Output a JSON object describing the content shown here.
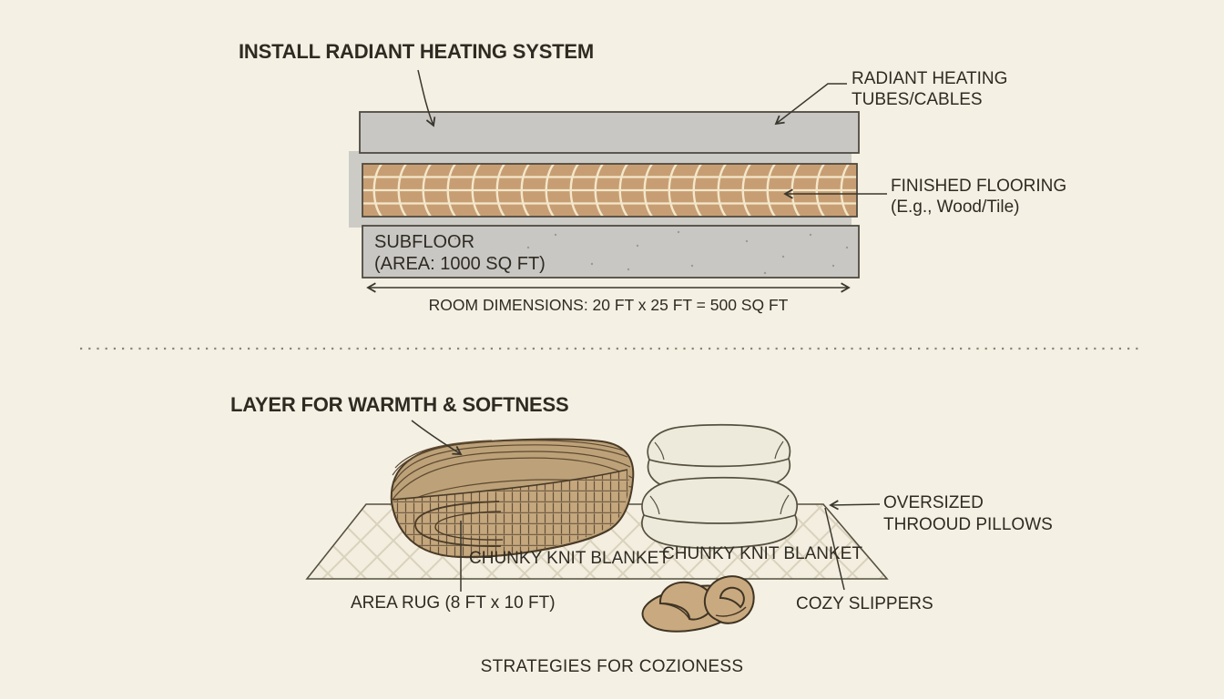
{
  "colors": {
    "background": "#f4f0e3",
    "text": "#2f2b23",
    "slab_gray": "#c8c7c3",
    "backdrop_gray": "#cccbc6",
    "wood_tan": "#c79e73",
    "wood_line_cream": "#f4e7ca",
    "outline_dark": "#4f4a40",
    "rug_cream": "#f3eee0",
    "rug_lattice": "#d9d2bc",
    "blanket_tan": "#bda279",
    "blanket_knit_tan": "#c4a77d",
    "pillow_cream": "#edeadb",
    "slipper_tan": "#c9a97f"
  },
  "top_diagram": {
    "title": "INSTALL RADIANT HEATING SYSTEM",
    "tubes_label_line1": "RADIANT HEATING",
    "tubes_label_line2": "TUBES/CABLES",
    "flooring_label_line1": "FINISHED FLOORING",
    "flooring_label_line2": "(E.g., Wood/Tile)",
    "subfloor_label_line1": "SUBFLOOR",
    "subfloor_label_line2": "(AREA: 1000 SQ FT)",
    "dimension_label": "ROOM DIMENSIONS: 20 FT x 25 FT = 500 SQ FT"
  },
  "bottom_diagram": {
    "title": "LAYER FOR WARMTH & SOFTNESS",
    "blanket_label_left": "CHUNKY KNIT BLANKET",
    "blanket_label_right": "CHUNKY KNIT BLANKET",
    "pillows_label_line1": "OVERSIZED",
    "pillows_label_line2": "THROOUD PILLOWS",
    "rug_label": "AREA RUG (8 FT x 10 FT)",
    "slippers_label": "COZY SLIPPERS",
    "caption": "STRATEGIES FOR COZIONESS"
  }
}
